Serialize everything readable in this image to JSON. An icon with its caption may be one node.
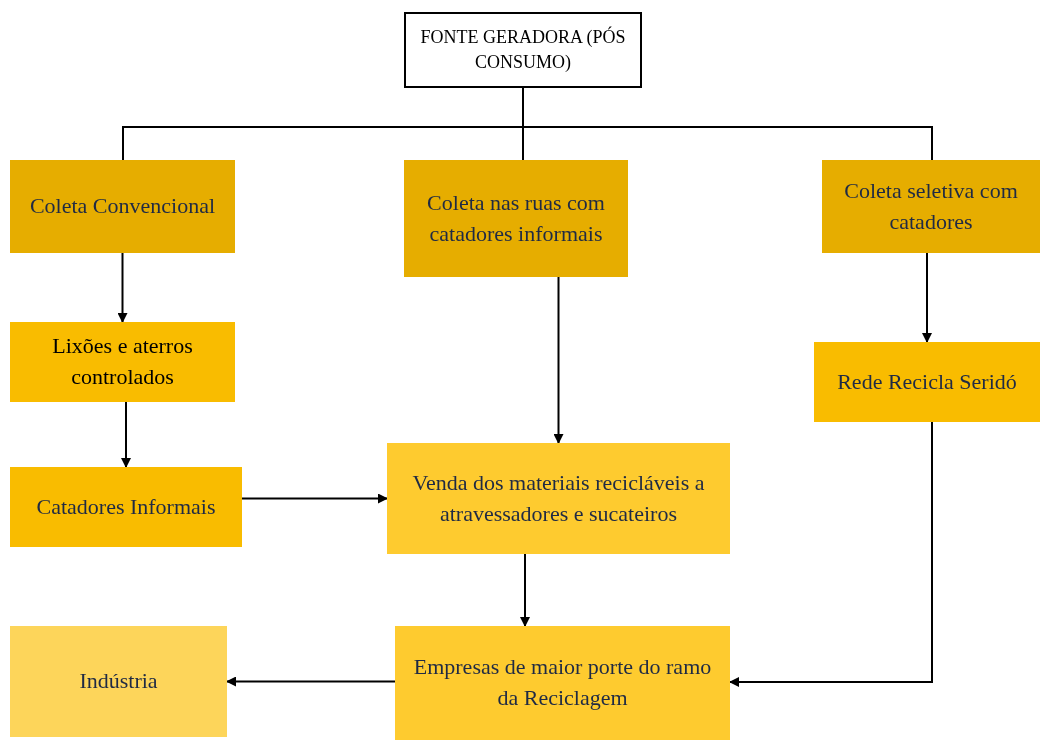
{
  "diagram": {
    "nodes": [
      {
        "text": [
          "FONTE GERADORA (PÓS CONSUMO)"
        ]
      },
      {
        "text": [
          "Coleta Convencional"
        ]
      },
      {
        "text": [
          "Coleta nas ruas com catadores informais"
        ]
      },
      {
        "text": [
          "Coleta seletiva com catadores"
        ]
      },
      {
        "text": [
          "Lixões e aterros controlados"
        ]
      },
      {
        "text": [
          "Rede Recicla Seridó"
        ]
      },
      {
        "text": [
          "Catadores Informais"
        ]
      },
      {
        "text": [
          "Venda dos materiais recicláveis a atravessadores e sucateiros"
        ]
      },
      {
        "text": [
          "Indústria"
        ]
      },
      {
        "text": [
          "Empresas de maior porte do ramo da Reciclagem"
        ]
      }
    ],
    "edges": [
      {
        "from": 0,
        "to": 1,
        "arrow": "none"
      },
      {
        "from": 0,
        "to": 2,
        "arrow": "none"
      },
      {
        "from": 0,
        "to": 3,
        "arrow": "none"
      },
      {
        "from": 1,
        "to": 4,
        "arrow": "to"
      },
      {
        "from": 4,
        "to": 6,
        "arrow": "to"
      },
      {
        "from": 2,
        "to": 7,
        "arrow": "to"
      },
      {
        "from": 6,
        "to": 7,
        "arrow": "to"
      },
      {
        "from": 3,
        "to": 5,
        "arrow": "to"
      },
      {
        "from": 7,
        "to": 9,
        "arrow": "to"
      },
      {
        "from": 5,
        "to": 9,
        "arrow": "to"
      },
      {
        "from": 9,
        "to": 8,
        "arrow": "to"
      }
    ]
  }
}
